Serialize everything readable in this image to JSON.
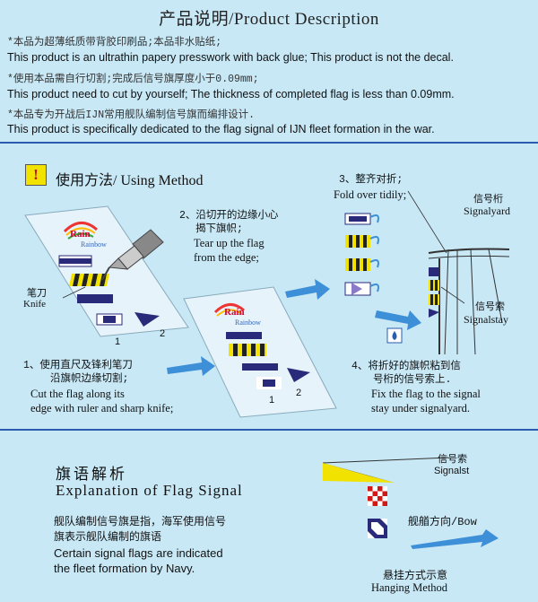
{
  "header": {
    "title": "产品说明/Product Description"
  },
  "description": [
    "*本品为超薄纸质带背胶印刷品;本品非水贴纸;",
    "This product is an ultrathin papery presswork with back glue; This product is not the decal.",
    "*使用本品需自行切割;完成后信号旗厚度小于0.09mm;",
    "This product need to cut by yourself; The thickness of completed flag is less than 0.09mm.",
    "*本品专为开战后IJN常用舰队编制信号旗而编排设计.",
    "This product is specifically dedicated to the flag signal of IJN fleet formation in the war."
  ],
  "usage": {
    "warning_glyph": "!",
    "title": "使用方法/ Using Method",
    "step1": {
      "zh_1": "1、使用直尺及锋利笔刀",
      "zh_2": "沿旗帜边缘切割;",
      "en_1": "Cut the flag along its",
      "en_2": "edge with ruler and sharp knife;"
    },
    "step2": {
      "zh_1": "2、沿切开的边缘小心",
      "zh_2": "揭下旗帜;",
      "en_1": "Tear up the flag",
      "en_2": "from the edge;"
    },
    "step3": {
      "zh_1": "3、整齐对折;",
      "en_1": "Fold over tidily;"
    },
    "step4": {
      "zh_1": "4、将折好的旗帜粘到信",
      "zh_2": "号桁的信号索上.",
      "en_1": "Fix the flag to the signal",
      "en_2": "stay under signalyard."
    },
    "knife_zh": "笔刀",
    "knife_en": "Knife",
    "signalyard_zh": "信号桁",
    "signalyard_en": "Signalyard",
    "signalstay_zh": "信号索",
    "signalstay_en": "Signalstay",
    "num_1": "1",
    "num_2": "2",
    "brand": "Rain",
    "brand_sub": "Rainbow"
  },
  "explanation": {
    "title_zh": "旗语解析",
    "title_en": "Explanation of Flag Signal",
    "zh_1": "舰队编制信号旗是指，海军使用信号",
    "zh_2": "旗表示舰队编制的旗语",
    "en_1": "Certain signal flags are indicated",
    "en_2": "the fleet formation by Navy.",
    "signalst_zh": "信号索",
    "signalst_en": "Signalst",
    "bow": "舰艏方向/Bow",
    "hanging_zh": "悬挂方式示意",
    "hanging_en": "Hanging Method"
  },
  "colors": {
    "background": "#c8e8f6",
    "divider": "#2a5db0",
    "arrow": "#3d8fd8",
    "flag_navy": "#2a2a7a",
    "flag_yellow": "#f2e200",
    "flag_red": "#d01818"
  }
}
